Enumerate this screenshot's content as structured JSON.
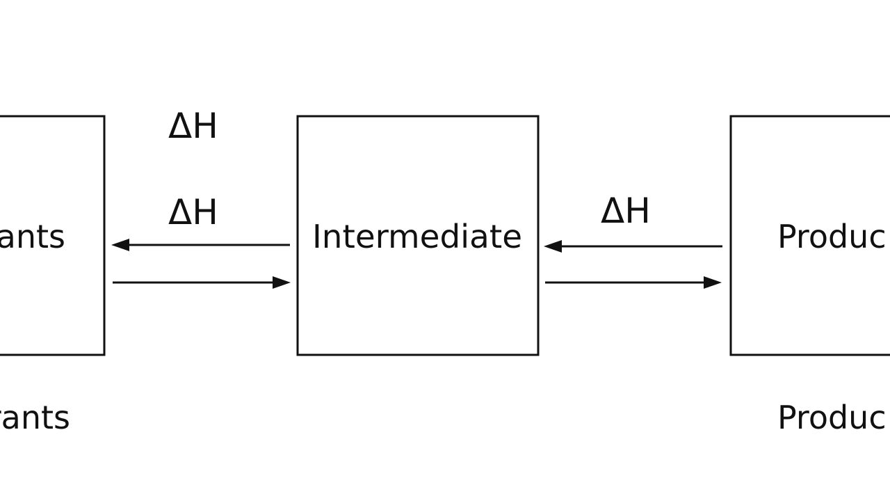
{
  "diagram": {
    "nodes": {
      "reactants": {
        "box_text": "ants",
        "caption": "rants"
      },
      "intermediate": {
        "box_text": "Intermediate"
      },
      "products": {
        "box_text": "Produc",
        "caption": "Produc"
      }
    },
    "labels": {
      "dh_upper_left": "ΔH",
      "dh_left": "ΔH",
      "dh_right": "ΔH"
    },
    "edges": [
      {
        "from": "intermediate",
        "to": "reactants"
      },
      {
        "from": "reactants",
        "to": "intermediate"
      },
      {
        "from": "products",
        "to": "intermediate"
      },
      {
        "from": "intermediate",
        "to": "products"
      }
    ],
    "colors": {
      "stroke": "#111111",
      "background": "#ffffff"
    }
  }
}
